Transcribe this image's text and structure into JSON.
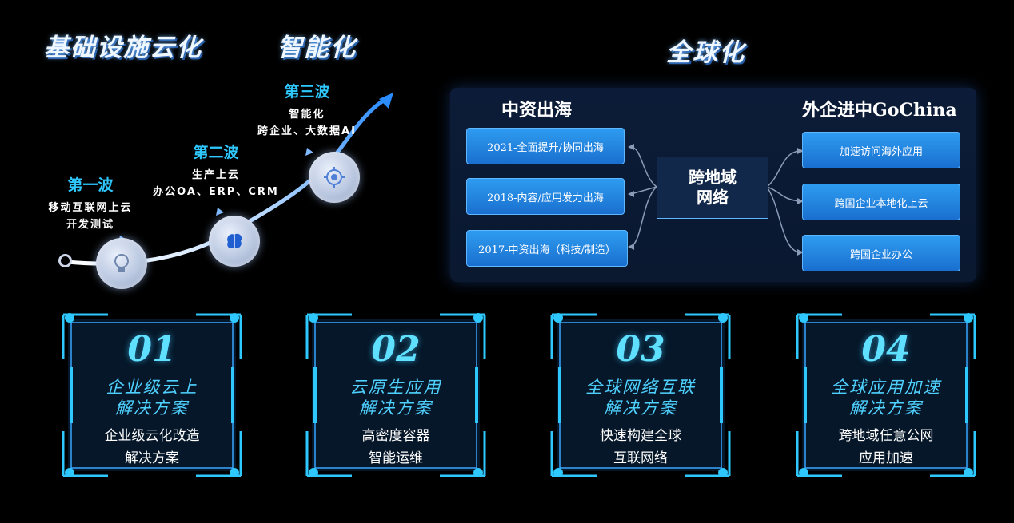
{
  "headings": {
    "infra": "基础设施云化",
    "intelligent": "智能化",
    "global": "全球化"
  },
  "waves": [
    {
      "title": "第一波",
      "lines": [
        "移动互联网上云",
        "开发测试"
      ]
    },
    {
      "title": "第二波",
      "lines": [
        "生产上云",
        "办公OA、ERP、CRM"
      ]
    },
    {
      "title": "第三波",
      "lines": [
        "智能化",
        "跨企业、大数据AI"
      ]
    }
  ],
  "icons": [
    "lightbulb-icon",
    "brain-icon",
    "chip-icon"
  ],
  "global_panel": {
    "left_title": "中资出海",
    "right_title": "外企进中GoChina",
    "hub_line1": "跨地域",
    "hub_line2": "网络",
    "left_items": [
      "2021-全面提升/协同出海",
      "2018-内容/应用发力出海",
      "2017-中资出海（科技/制造）"
    ],
    "right_items": [
      "加速访问海外应用",
      "跨国企业本地化上云",
      "跨国企业办公"
    ]
  },
  "cards": [
    {
      "num": "01",
      "title1": "企业级云上",
      "title2": "解决方案",
      "desc1": "企业级云化改造",
      "desc2": "解决方案"
    },
    {
      "num": "02",
      "title1": "云原生应用",
      "title2": "解决方案",
      "desc1": "高密度容器",
      "desc2": "智能运维"
    },
    {
      "num": "03",
      "title1": "全球网络互联",
      "title2": "解决方案",
      "desc1": "快速构建全球",
      "desc2": "互联网络"
    },
    {
      "num": "04",
      "title1": "全球应用加速",
      "title2": "解决方案",
      "desc1": "跨地域任意公网",
      "desc2": "应用加速"
    }
  ],
  "colors": {
    "accent": "#2ec8ff",
    "box": "#1f7fdc",
    "card_title": "#4fd1ff",
    "card_num": "#5fe0ff"
  }
}
